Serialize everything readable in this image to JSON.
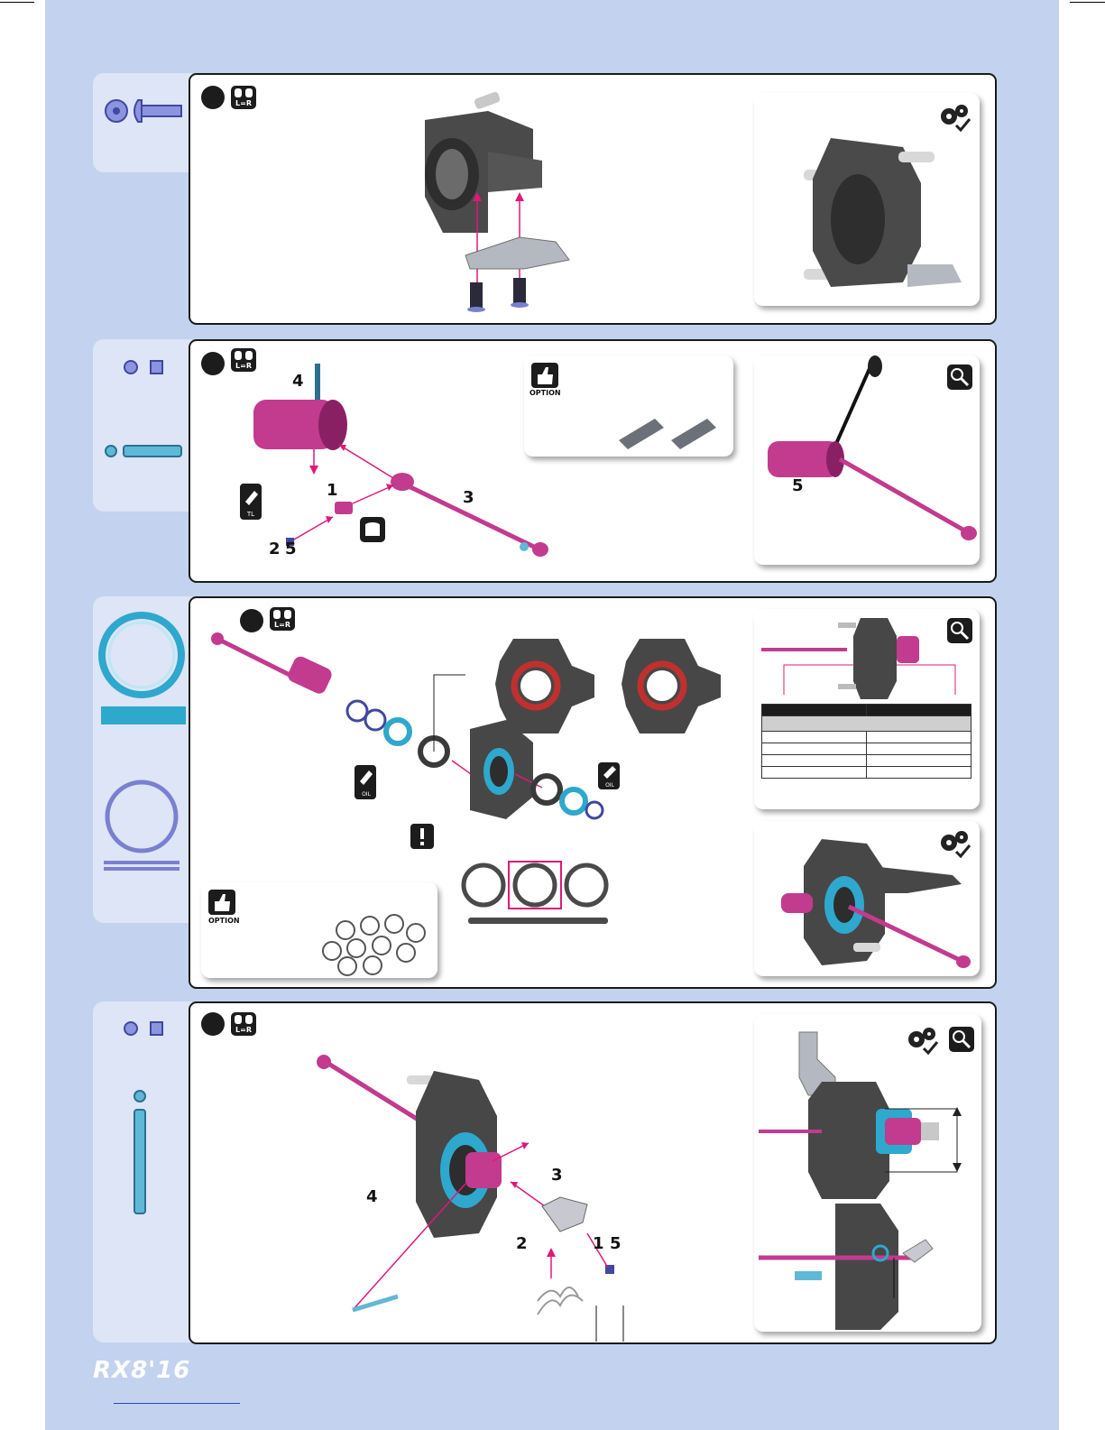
{
  "colors": {
    "page_background": "#c3d2ee",
    "side_panel": "#dde5f6",
    "part_pink": "#c23b8e",
    "part_dark": "#3d3d3d",
    "part_blue": "#5fb8d6",
    "arrow_magenta": "#e0187a"
  },
  "logo": {
    "text": "RX8'16"
  },
  "steps": [
    {
      "icons": [
        "step-number-icon",
        "left-equals-right-icon",
        "assembled-view-icon"
      ],
      "callouts": []
    },
    {
      "icons": [
        "step-number-icon",
        "left-equals-right-icon",
        "option-thumbs-up-icon",
        "zoom-icon",
        "thread-lock-icon",
        "grease-icon"
      ],
      "callouts": [
        "4",
        "1",
        "3",
        "2",
        "5"
      ],
      "inset_callouts": [
        "5"
      ],
      "option_label": "OPTION"
    },
    {
      "icons": [
        "step-number-icon",
        "left-equals-right-icon",
        "zoom-icon",
        "assembled-view-icon",
        "oil-icon",
        "oil-icon",
        "warning-icon",
        "option-thumbs-up-icon"
      ],
      "option_label": "OPTION",
      "table": {
        "rows": 5,
        "cols": 2
      }
    },
    {
      "icons": [
        "step-number-icon",
        "left-equals-right-icon",
        "assembled-view-icon",
        "zoom-icon"
      ],
      "callouts": [
        "3",
        "4",
        "2",
        "1",
        "5"
      ]
    }
  ]
}
